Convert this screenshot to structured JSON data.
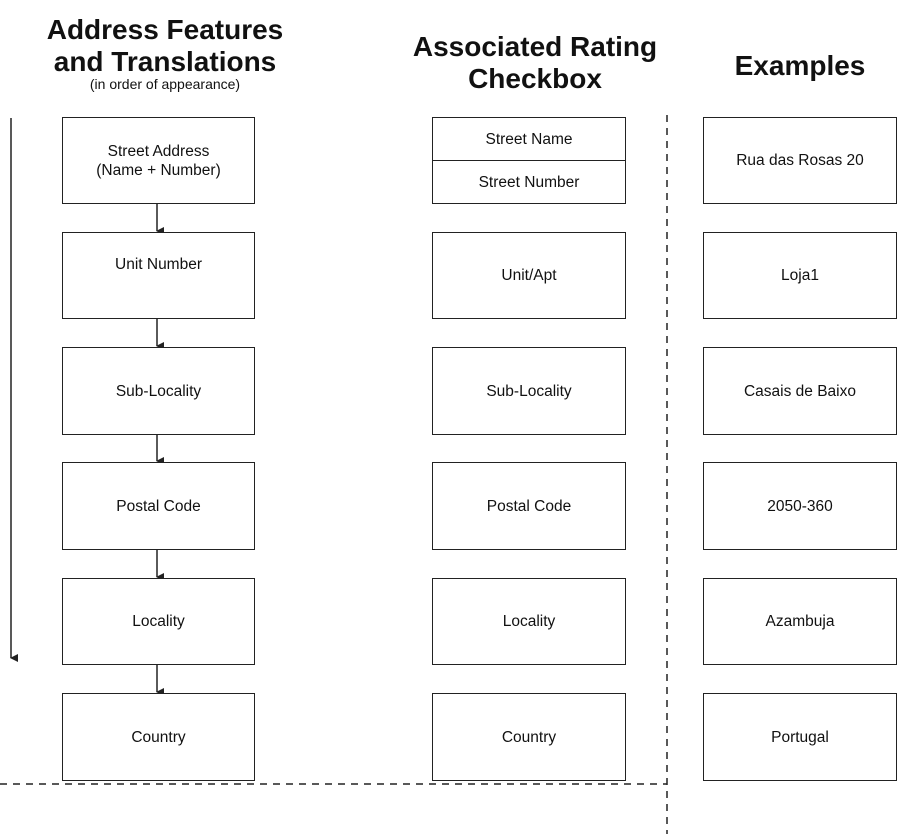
{
  "headings": {
    "features_line1": "Address Features",
    "features_line2": "and Translations",
    "features_sub": "(in order of appearance)",
    "rating_line1": "Associated Rating",
    "rating_line2": "Checkbox",
    "examples": "Examples"
  },
  "features": [
    {
      "label": "Street Address\n(Name + Number)"
    },
    {
      "label": "Unit Number"
    },
    {
      "label": "Sub-Locality"
    },
    {
      "label": "Postal Code"
    },
    {
      "label": "Locality"
    },
    {
      "label": "Country"
    }
  ],
  "ratings": {
    "street_name": "Street Name",
    "street_number": "Street Number",
    "items": [
      {
        "label": "Unit/Apt"
      },
      {
        "label": "Sub-Locality"
      },
      {
        "label": "Postal Code"
      },
      {
        "label": "Locality"
      },
      {
        "label": "Country"
      }
    ]
  },
  "examples": [
    {
      "label": "Rua das Rosas 20"
    },
    {
      "label": "Loja1"
    },
    {
      "label": "Casais de Baixo"
    },
    {
      "label": "2050-360"
    },
    {
      "label": "Azambuja"
    },
    {
      "label": "Portugal"
    }
  ]
}
